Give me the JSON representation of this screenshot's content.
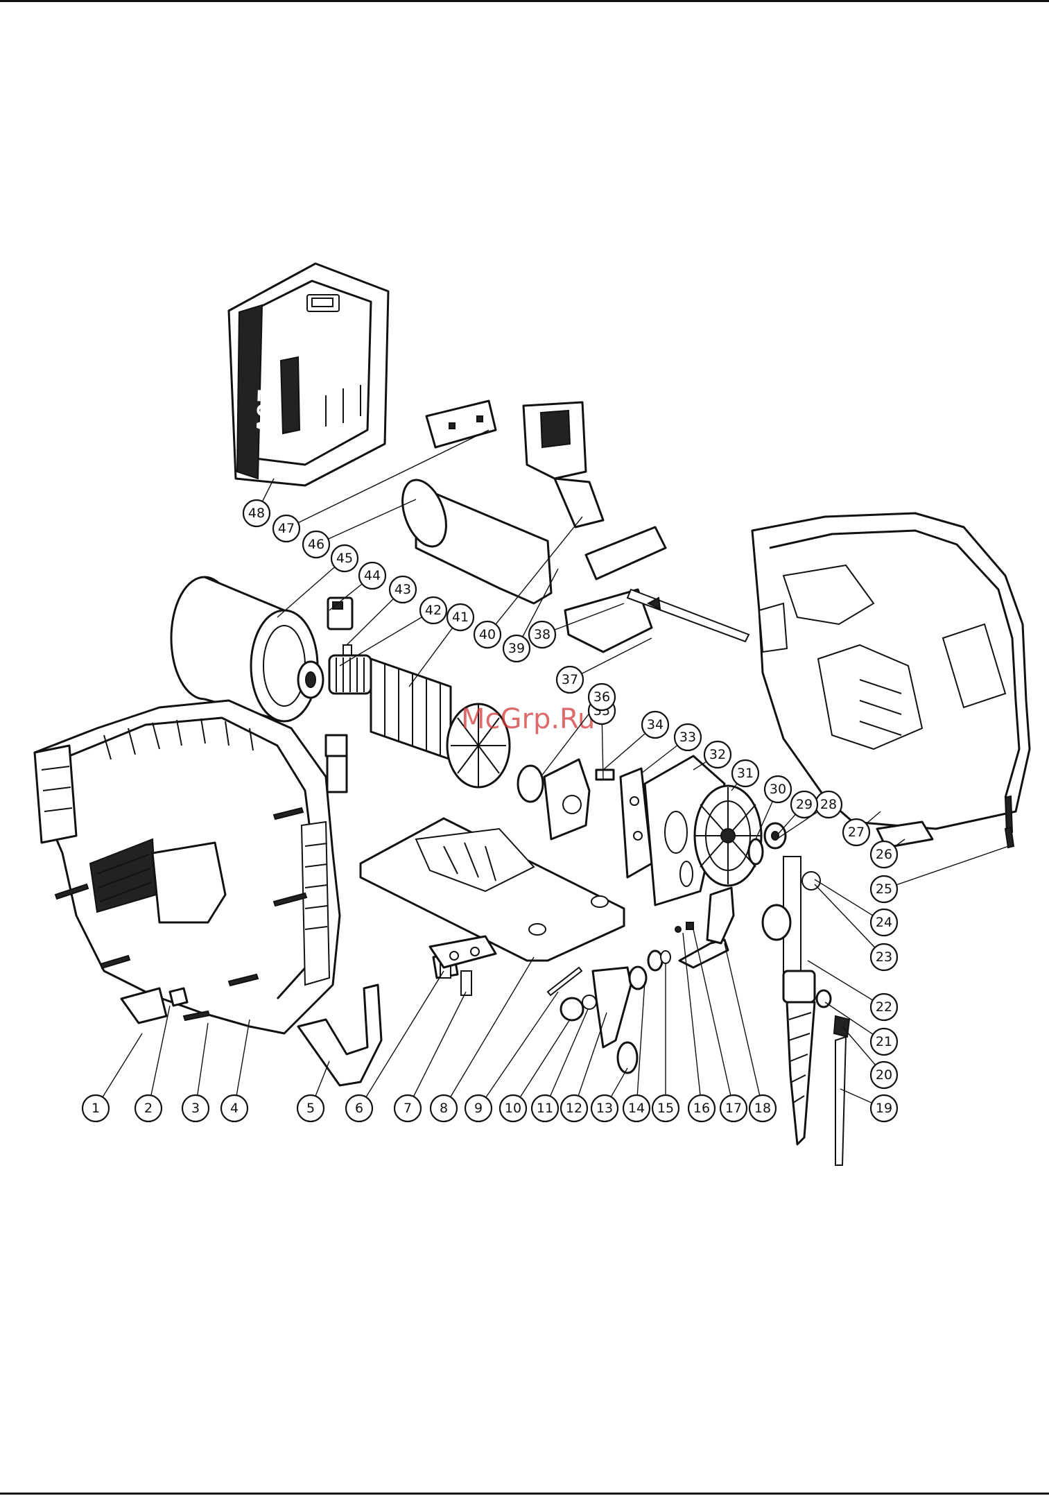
{
  "watermark": "McGrp.Ru",
  "battery_marking": "20V",
  "callouts": [
    "1",
    "2",
    "3",
    "4",
    "5",
    "6",
    "7",
    "8",
    "9",
    "10",
    "11",
    "12",
    "13",
    "14",
    "15",
    "16",
    "17",
    "18",
    "19",
    "20",
    "21",
    "22",
    "23",
    "24",
    "25",
    "26",
    "27",
    "28",
    "29",
    "30",
    "31",
    "32",
    "33",
    "34",
    "35",
    "36",
    "37",
    "38",
    "39",
    "40",
    "41",
    "42",
    "43",
    "44",
    "45",
    "46",
    "47",
    "48"
  ]
}
